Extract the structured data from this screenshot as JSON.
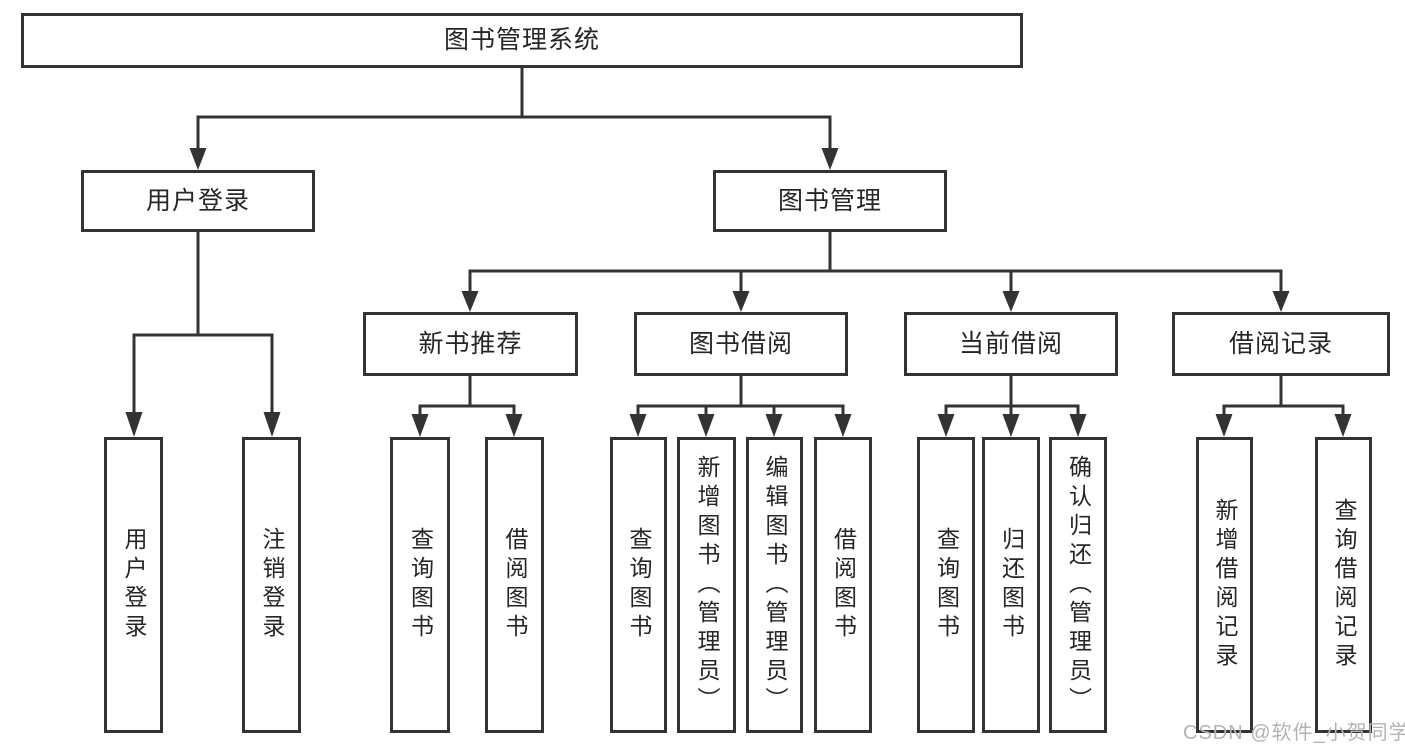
{
  "nodes": {
    "root": "图书管理系统",
    "level2": [
      "用户登录",
      "图书管理"
    ],
    "level3": [
      "新书推荐",
      "图书借阅",
      "当前借阅",
      "借阅记录"
    ],
    "leaves": [
      "用户登录",
      "注销登录",
      "查询图书",
      "借阅图书",
      "查询图书",
      "新增图书（管理员）",
      "编辑图书（管理员）",
      "借阅图书",
      "查询图书",
      "归还图书",
      "确认归还（管理员）",
      "新增借阅记录",
      "查询借阅记录"
    ]
  },
  "watermark": "CSDN @软件_小贺同学",
  "colors": {
    "line": "#333333",
    "text": "#262626",
    "watermark": "#b3b3b3",
    "background": "#ffffff"
  }
}
